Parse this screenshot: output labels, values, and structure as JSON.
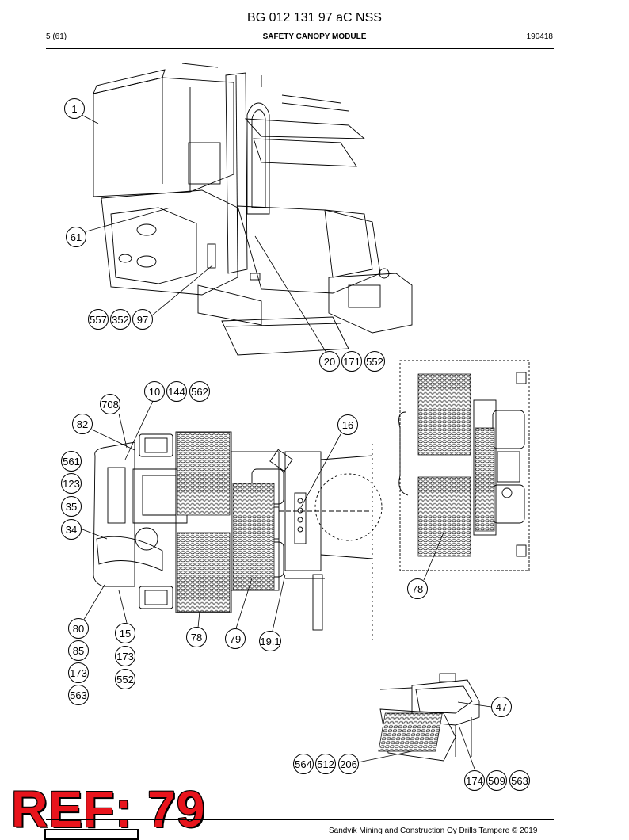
{
  "header": {
    "doc_code": "BG 012 131 97 aC NSS",
    "page": "5 (61)",
    "section": "SAFETY CANOPY MODULE",
    "date": "190418"
  },
  "callouts": {
    "c1": "1",
    "c61": "61",
    "c557": "557",
    "c352": "352",
    "c97": "97",
    "c20": "20",
    "c171": "171",
    "c552a": "552",
    "c10": "10",
    "c144": "144",
    "c562": "562",
    "c708": "708",
    "c82": "82",
    "c16": "16",
    "c561": "561",
    "c123": "123",
    "c35": "35",
    "c34": "34",
    "c80": "80",
    "c15": "15",
    "c78a": "78",
    "c79": "79",
    "c19_1": "19.1",
    "c85": "85",
    "c173a": "173",
    "c173b": "173",
    "c552b": "552",
    "c563a": "563",
    "c78b": "78",
    "c47": "47",
    "c564": "564",
    "c512": "512",
    "c206": "206",
    "c174": "174",
    "c509": "509",
    "c563b": "563"
  },
  "stamp": "REF: 79",
  "footer": {
    "copyright": "Sandvik Mining and Construction Oy Drills Tampere © 2019"
  }
}
